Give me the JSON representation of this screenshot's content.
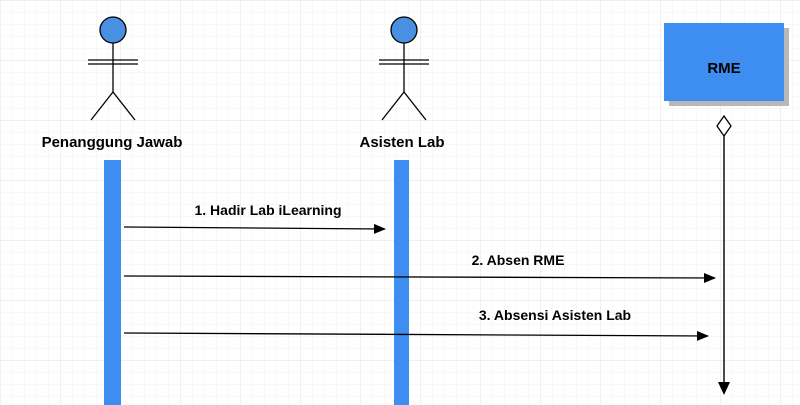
{
  "colors": {
    "accent": "#3d8ef0",
    "actor_head": "#4a90e2",
    "activation": "#3d8ef0",
    "box_fill": "#3d8ef0",
    "box_shadow": "#b8b8b8",
    "line": "#000000",
    "grid": "#e6e6e6"
  },
  "participants": [
    {
      "id": "penanggung-jawab",
      "type": "actor",
      "label": "Penanggung Jawab"
    },
    {
      "id": "asisten-lab",
      "type": "actor",
      "label": "Asisten Lab"
    },
    {
      "id": "rme",
      "type": "entity",
      "label": "RME"
    }
  ],
  "messages": [
    {
      "from": "penanggung-jawab",
      "to": "asisten-lab",
      "label": "1. Hadir Lab iLearning"
    },
    {
      "from": "penanggung-jawab",
      "to": "rme",
      "label": "2. Absen RME"
    },
    {
      "from": "penanggung-jawab",
      "to": "rme",
      "label": "3. Absensi Asisten Lab"
    }
  ]
}
